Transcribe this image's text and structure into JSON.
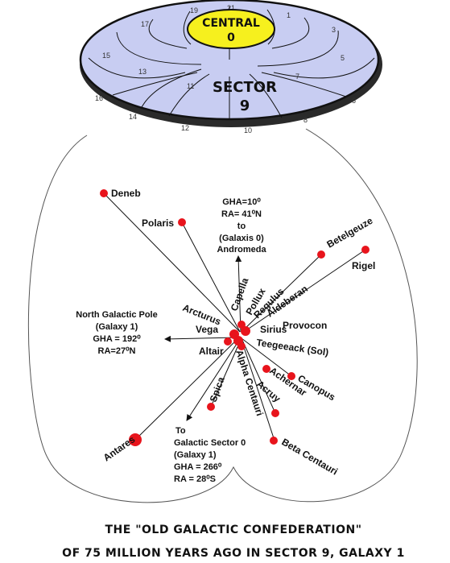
{
  "disc": {
    "central_label": "CENTRAL",
    "central_number": "0",
    "sector_label": "SECTOR",
    "sector_number": "9",
    "sector_numbers": [
      "19",
      "21",
      "1",
      "17",
      "3",
      "15",
      "5",
      "13",
      "7",
      "11",
      "16",
      "6",
      "14",
      "8",
      "12",
      "10"
    ]
  },
  "stars": [
    {
      "name": "Deneb"
    },
    {
      "name": "Polaris"
    },
    {
      "name": "Betelgeuze"
    },
    {
      "name": "Rigel"
    },
    {
      "name": "Capella"
    },
    {
      "name": "Pollux"
    },
    {
      "name": "Regulus"
    },
    {
      "name": "Aldeberan"
    },
    {
      "name": "Provocon"
    },
    {
      "name": "Arcturus"
    },
    {
      "name": "Vega"
    },
    {
      "name": "Sirius"
    },
    {
      "name": "Altair"
    },
    {
      "name": "Teegeeack (Sol)"
    },
    {
      "name": "Alpha Centauri"
    },
    {
      "name": "Achernar"
    },
    {
      "name": "Canopus"
    },
    {
      "name": "Spica"
    },
    {
      "name": "Acruy"
    },
    {
      "name": "Antares"
    },
    {
      "name": "Beta Centauri"
    }
  ],
  "notes": {
    "andromeda": [
      "GHA=10⁰",
      "RA= 41⁰N",
      "to",
      "(Galaxis 0)",
      "Andromeda"
    ],
    "north_pole": [
      "North Galactic Pole",
      "(Galaxy 1)",
      "GHA = 192⁰",
      "RA=27⁰N"
    ],
    "galactic_sector": [
      "To",
      "Galactic Sector 0",
      "(Galaxy 1)",
      "GHA = 266⁰",
      "RA = 28⁰S"
    ]
  },
  "caption": {
    "line1": "THE \"OLD GALACTIC CONFEDERATION\"",
    "line2": "OF 75 MILLION YEARS AGO IN SECTOR 9, GALAXY 1"
  },
  "colors": {
    "disc_fill": "#c8cdf2",
    "central_fill": "#f6f01e",
    "star": "#e8141c"
  }
}
